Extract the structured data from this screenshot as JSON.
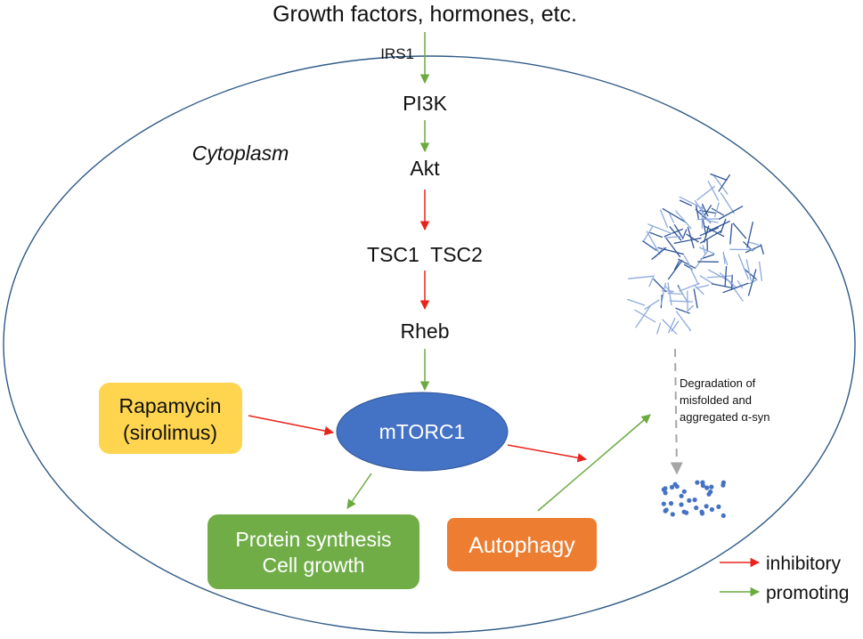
{
  "labels": {
    "top": "Growth factors, hormones, etc.",
    "irs1": "IRS1",
    "pi3k": "PI3K",
    "cytoplasm": "Cytoplasm",
    "akt": "Akt",
    "tsc": "TSC1  TSC2",
    "rheb": "Rheb",
    "mtorc1": "mTORC1",
    "rapamycin_line1": "Rapamycin",
    "rapamycin_line2": "(sirolimus)",
    "protein_line1": "Protein synthesis",
    "protein_line2": "Cell growth",
    "autophagy": "Autophagy",
    "degradation_line1": "Degradation of",
    "degradation_line2": "misfolded and",
    "degradation_line3": "aggregated α-syn"
  },
  "legend": {
    "inhibitory": "inhibitory",
    "promoting": "promoting"
  },
  "colors": {
    "inhibitory": "#e8231b",
    "promoting": "#6aaa3e",
    "cell_outline": "#2f5a86",
    "mtorc1_fill": "#4472c4",
    "rapamycin_fill": "#ffd54f",
    "protein_fill": "#70ad47",
    "autophagy_fill": "#ed7d31",
    "fibril_dark": "#2f5597",
    "fibril_light": "#8eaadb",
    "dots": "#4472c4",
    "dashed": "#a6a6a6"
  }
}
